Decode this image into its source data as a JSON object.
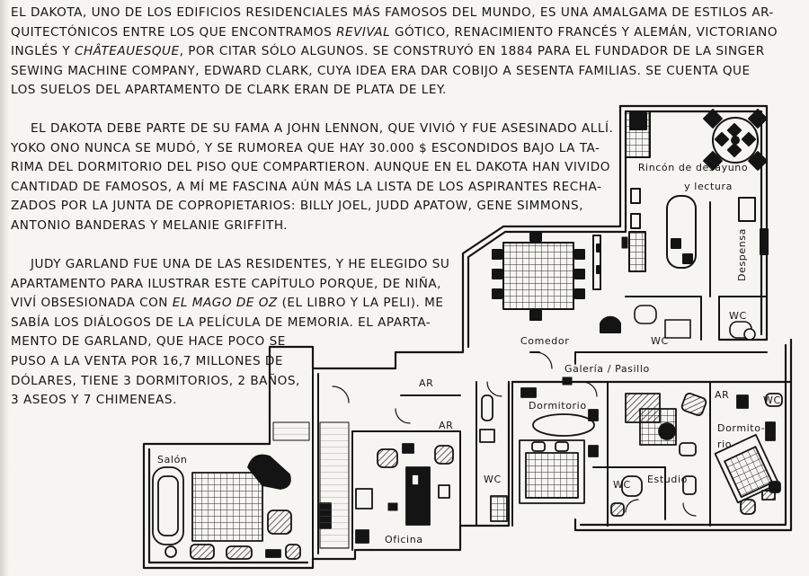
{
  "text": {
    "p1": [
      "El Dakota, uno de los edificios residenciales más famosos del mundo, es una amalgama de estilos ar-",
      [
        "quitectónicos entre los que encontramos ",
        "Revival",
        " gótico, renacimiento francés y alemán, victoriano"
      ],
      [
        "inglés y ",
        "châteauesque",
        ", por citar sólo algunos. Se construyó en 1884 para el fundador de la Singer"
      ],
      "Sewing Machine Company, Edward Clark, cuya idea era dar cobijo a sesenta familias. Se cuenta que",
      "los suelos del apartamento de Clark eran de plata de ley."
    ],
    "p2": [
      "El Dakota debe parte de su fama a John Lennon, que vivió y fue asesinado allí.",
      "Yoko Ono nunca se mudó, y se rumorea que hay 30.000 $ escondidos bajo la ta-",
      "rima del dormitorio del piso que compartieron. Aunque en el Dakota han vivido",
      "cantidad de famosos, a mí me fascina aún más la lista de los aspirantes recha-",
      "zados por la junta de copropietarios: Billy Joel, Judd Apatow, Gene Simmons,",
      "Antonio Banderas y Melanie Griffith."
    ],
    "p3": [
      "Judy Garland fue una de las residentes, y he elegido su",
      "apartamento para ilustrar este capítulo porque, de niña,",
      [
        "viví obsesionada con ",
        "El mago de Oz",
        " (el libro y la peli). Me"
      ],
      "sabía los diálogos de la película de memoria. El apartA-",
      "mento de Garland, que hace poco se",
      "puso a la venta por 16,7 millones de",
      "dólares, tiene 3 dormitorios, 2 baños,",
      "3 aseos y 7 chimeneas."
    ]
  },
  "plan": {
    "labels": {
      "breakfast_1": "Rincón de desayuno",
      "breakfast_2": "y lectura",
      "pantry": "Despensa",
      "wc_kitchen": "WC",
      "wc_pantry": "WC",
      "dining": "Comedor",
      "gallery": "Galería / Pasillo",
      "ar_1": "AR",
      "ar_2": "AR",
      "ar_3": "AR",
      "wc_right": "WC",
      "bedroom_1": "Dormitorio",
      "bedroom_2_a": "Dormito-",
      "bedroom_2_b": "rio",
      "study": "Estudio",
      "wc_bath_left": "WC",
      "wc_study": "WC",
      "living": "Salón",
      "office": "Oficina"
    }
  }
}
